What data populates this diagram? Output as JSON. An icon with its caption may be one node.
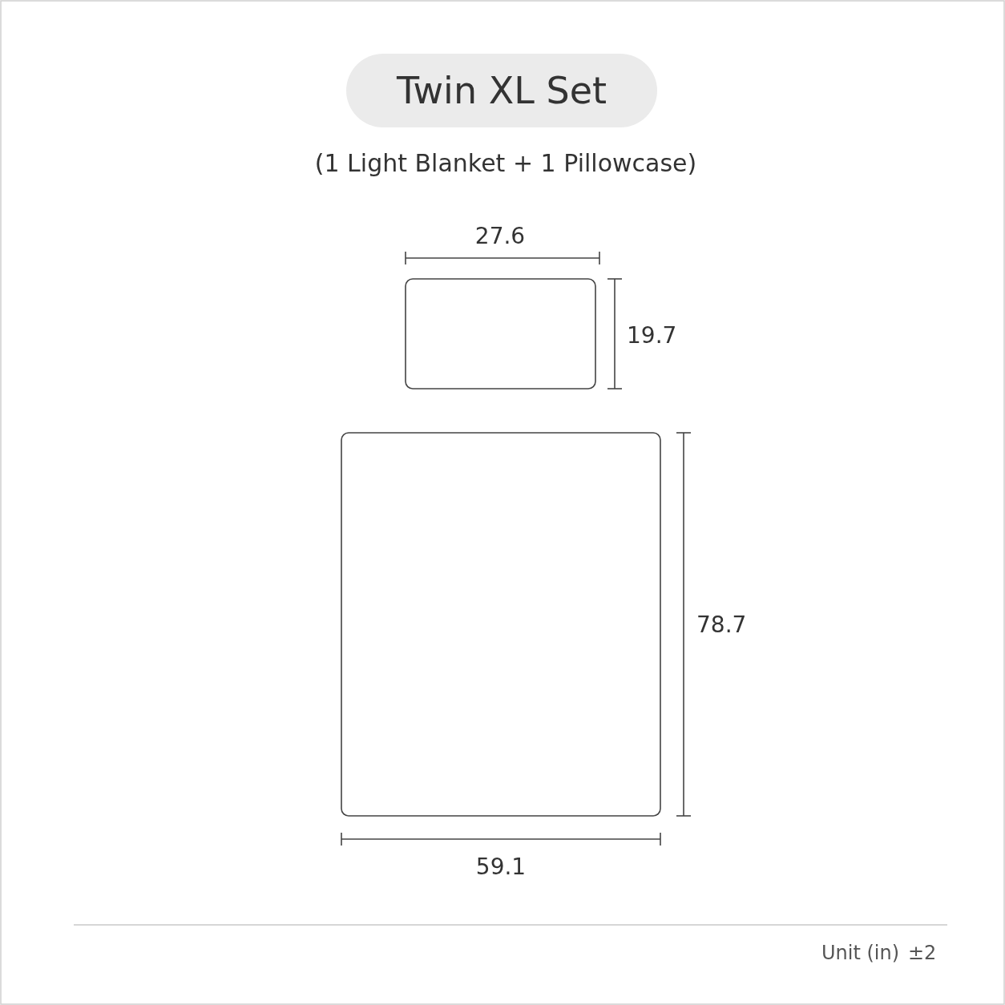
{
  "diagram": {
    "title": "Twin XL Set",
    "nodes": [
      {
        "text": [],
        "shape": "box"
      },
      {
        "text": [],
        "shape": "box"
      }
    ],
    "edges": [],
    "labels": [
      "(1 Light Blanket + 1 Pillowcase)",
      "27.6",
      "19.7",
      "78.7",
      "59.1",
      "Unit (in)",
      "±2"
    ]
  }
}
